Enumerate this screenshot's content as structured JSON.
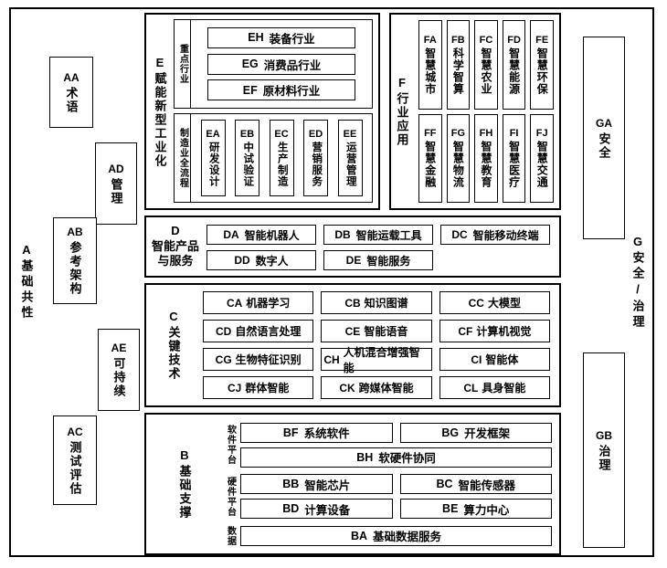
{
  "palette": {
    "background": "#ffffff",
    "line": "#000000",
    "text": "#000000"
  },
  "a": {
    "code": "A",
    "label": "基础共性",
    "items": [
      {
        "code": "AA",
        "text": "术语"
      },
      {
        "code": "AB",
        "text": "参考架构"
      },
      {
        "code": "AC",
        "text": "测试评估"
      },
      {
        "code": "AD",
        "text": "管理"
      },
      {
        "code": "AE",
        "text": "可持续"
      }
    ]
  },
  "e": {
    "code": "E",
    "label": "赋能新型工业化",
    "industries": {
      "label": "重点行业",
      "items": [
        {
          "code": "EH",
          "text": "装备行业"
        },
        {
          "code": "EG",
          "text": "消费品行业"
        },
        {
          "code": "EF",
          "text": "原材料行业"
        }
      ]
    },
    "process": {
      "label": "制造业全流程",
      "items": [
        {
          "code": "EA",
          "text": "研发设计"
        },
        {
          "code": "EB",
          "text": "中试验证"
        },
        {
          "code": "EC",
          "text": "生产制造"
        },
        {
          "code": "ED",
          "text": "营销服务"
        },
        {
          "code": "EE",
          "text": "运营管理"
        }
      ]
    }
  },
  "f": {
    "code": "F",
    "label": "行业应用",
    "row1": [
      {
        "code": "FA",
        "text": "智慧城市"
      },
      {
        "code": "FB",
        "text": "科学智算"
      },
      {
        "code": "FC",
        "text": "智慧农业"
      },
      {
        "code": "FD",
        "text": "智慧能源"
      },
      {
        "code": "FE",
        "text": "智慧环保"
      }
    ],
    "row2": [
      {
        "code": "FF",
        "text": "智慧金融"
      },
      {
        "code": "FG",
        "text": "智慧物流"
      },
      {
        "code": "FH",
        "text": "智慧教育"
      },
      {
        "code": "FI",
        "text": "智慧医疗"
      },
      {
        "code": "FJ",
        "text": "智慧交通"
      }
    ]
  },
  "d": {
    "code": "D",
    "label1": "智能产品",
    "label2": "与服务",
    "row1": [
      {
        "code": "DA",
        "text": "智能机器人"
      },
      {
        "code": "DB",
        "text": "智能运载工具"
      },
      {
        "code": "DC",
        "text": "智能移动终端"
      }
    ],
    "row2": [
      {
        "code": "DD",
        "text": "数字人"
      },
      {
        "code": "DE",
        "text": "智能服务"
      }
    ]
  },
  "c": {
    "code": "C",
    "label": "关键技术",
    "items": [
      {
        "code": "CA",
        "text": "机器学习"
      },
      {
        "code": "CB",
        "text": "知识图谱"
      },
      {
        "code": "CC",
        "text": "大模型"
      },
      {
        "code": "CD",
        "text": "自然语言处理"
      },
      {
        "code": "CE",
        "text": "智能语音"
      },
      {
        "code": "CF",
        "text": "计算机视觉"
      },
      {
        "code": "CG",
        "text": "生物特征识别"
      },
      {
        "code": "CH",
        "text": "人机混合增强智能"
      },
      {
        "code": "CI",
        "text": "智能体"
      },
      {
        "code": "CJ",
        "text": "群体智能"
      },
      {
        "code": "CK",
        "text": "跨媒体智能"
      },
      {
        "code": "CL",
        "text": "具身智能"
      }
    ]
  },
  "b": {
    "code": "B",
    "label": "基础支撑",
    "software": {
      "label": "软件平台",
      "row1": [
        {
          "code": "BF",
          "text": "系统软件"
        },
        {
          "code": "BG",
          "text": "开发框架"
        }
      ],
      "row2": [
        {
          "code": "BH",
          "text": "软硬件协同"
        }
      ]
    },
    "hardware": {
      "label": "硬件平台",
      "row1": [
        {
          "code": "BB",
          "text": "智能芯片"
        },
        {
          "code": "BC",
          "text": "智能传感器"
        }
      ],
      "row2": [
        {
          "code": "BD",
          "text": "计算设备"
        },
        {
          "code": "BE",
          "text": "算力中心"
        }
      ]
    },
    "data": {
      "label": "数据",
      "row1": [
        {
          "code": "BA",
          "text": "基础数据服务"
        }
      ]
    }
  },
  "g": {
    "code": "G",
    "label": "安全/治理",
    "items": [
      {
        "code": "GA",
        "text": "安全"
      },
      {
        "code": "GB",
        "text": "治理"
      }
    ]
  }
}
